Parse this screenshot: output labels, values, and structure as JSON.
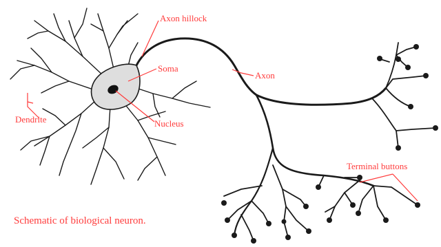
{
  "colors": {
    "label": "#ff3b3b",
    "line": "#1a1a1a",
    "soma_fill": "#dedede",
    "background": "#ffffff"
  },
  "labels": {
    "axon_hillock": "Axon hillock",
    "soma": "Soma",
    "axon": "Axon",
    "nucleus": "Nucleus",
    "dendrite": "Dendrite",
    "terminal_buttons": "Terminal buttons"
  },
  "caption": "Schematic of biological neuron."
}
